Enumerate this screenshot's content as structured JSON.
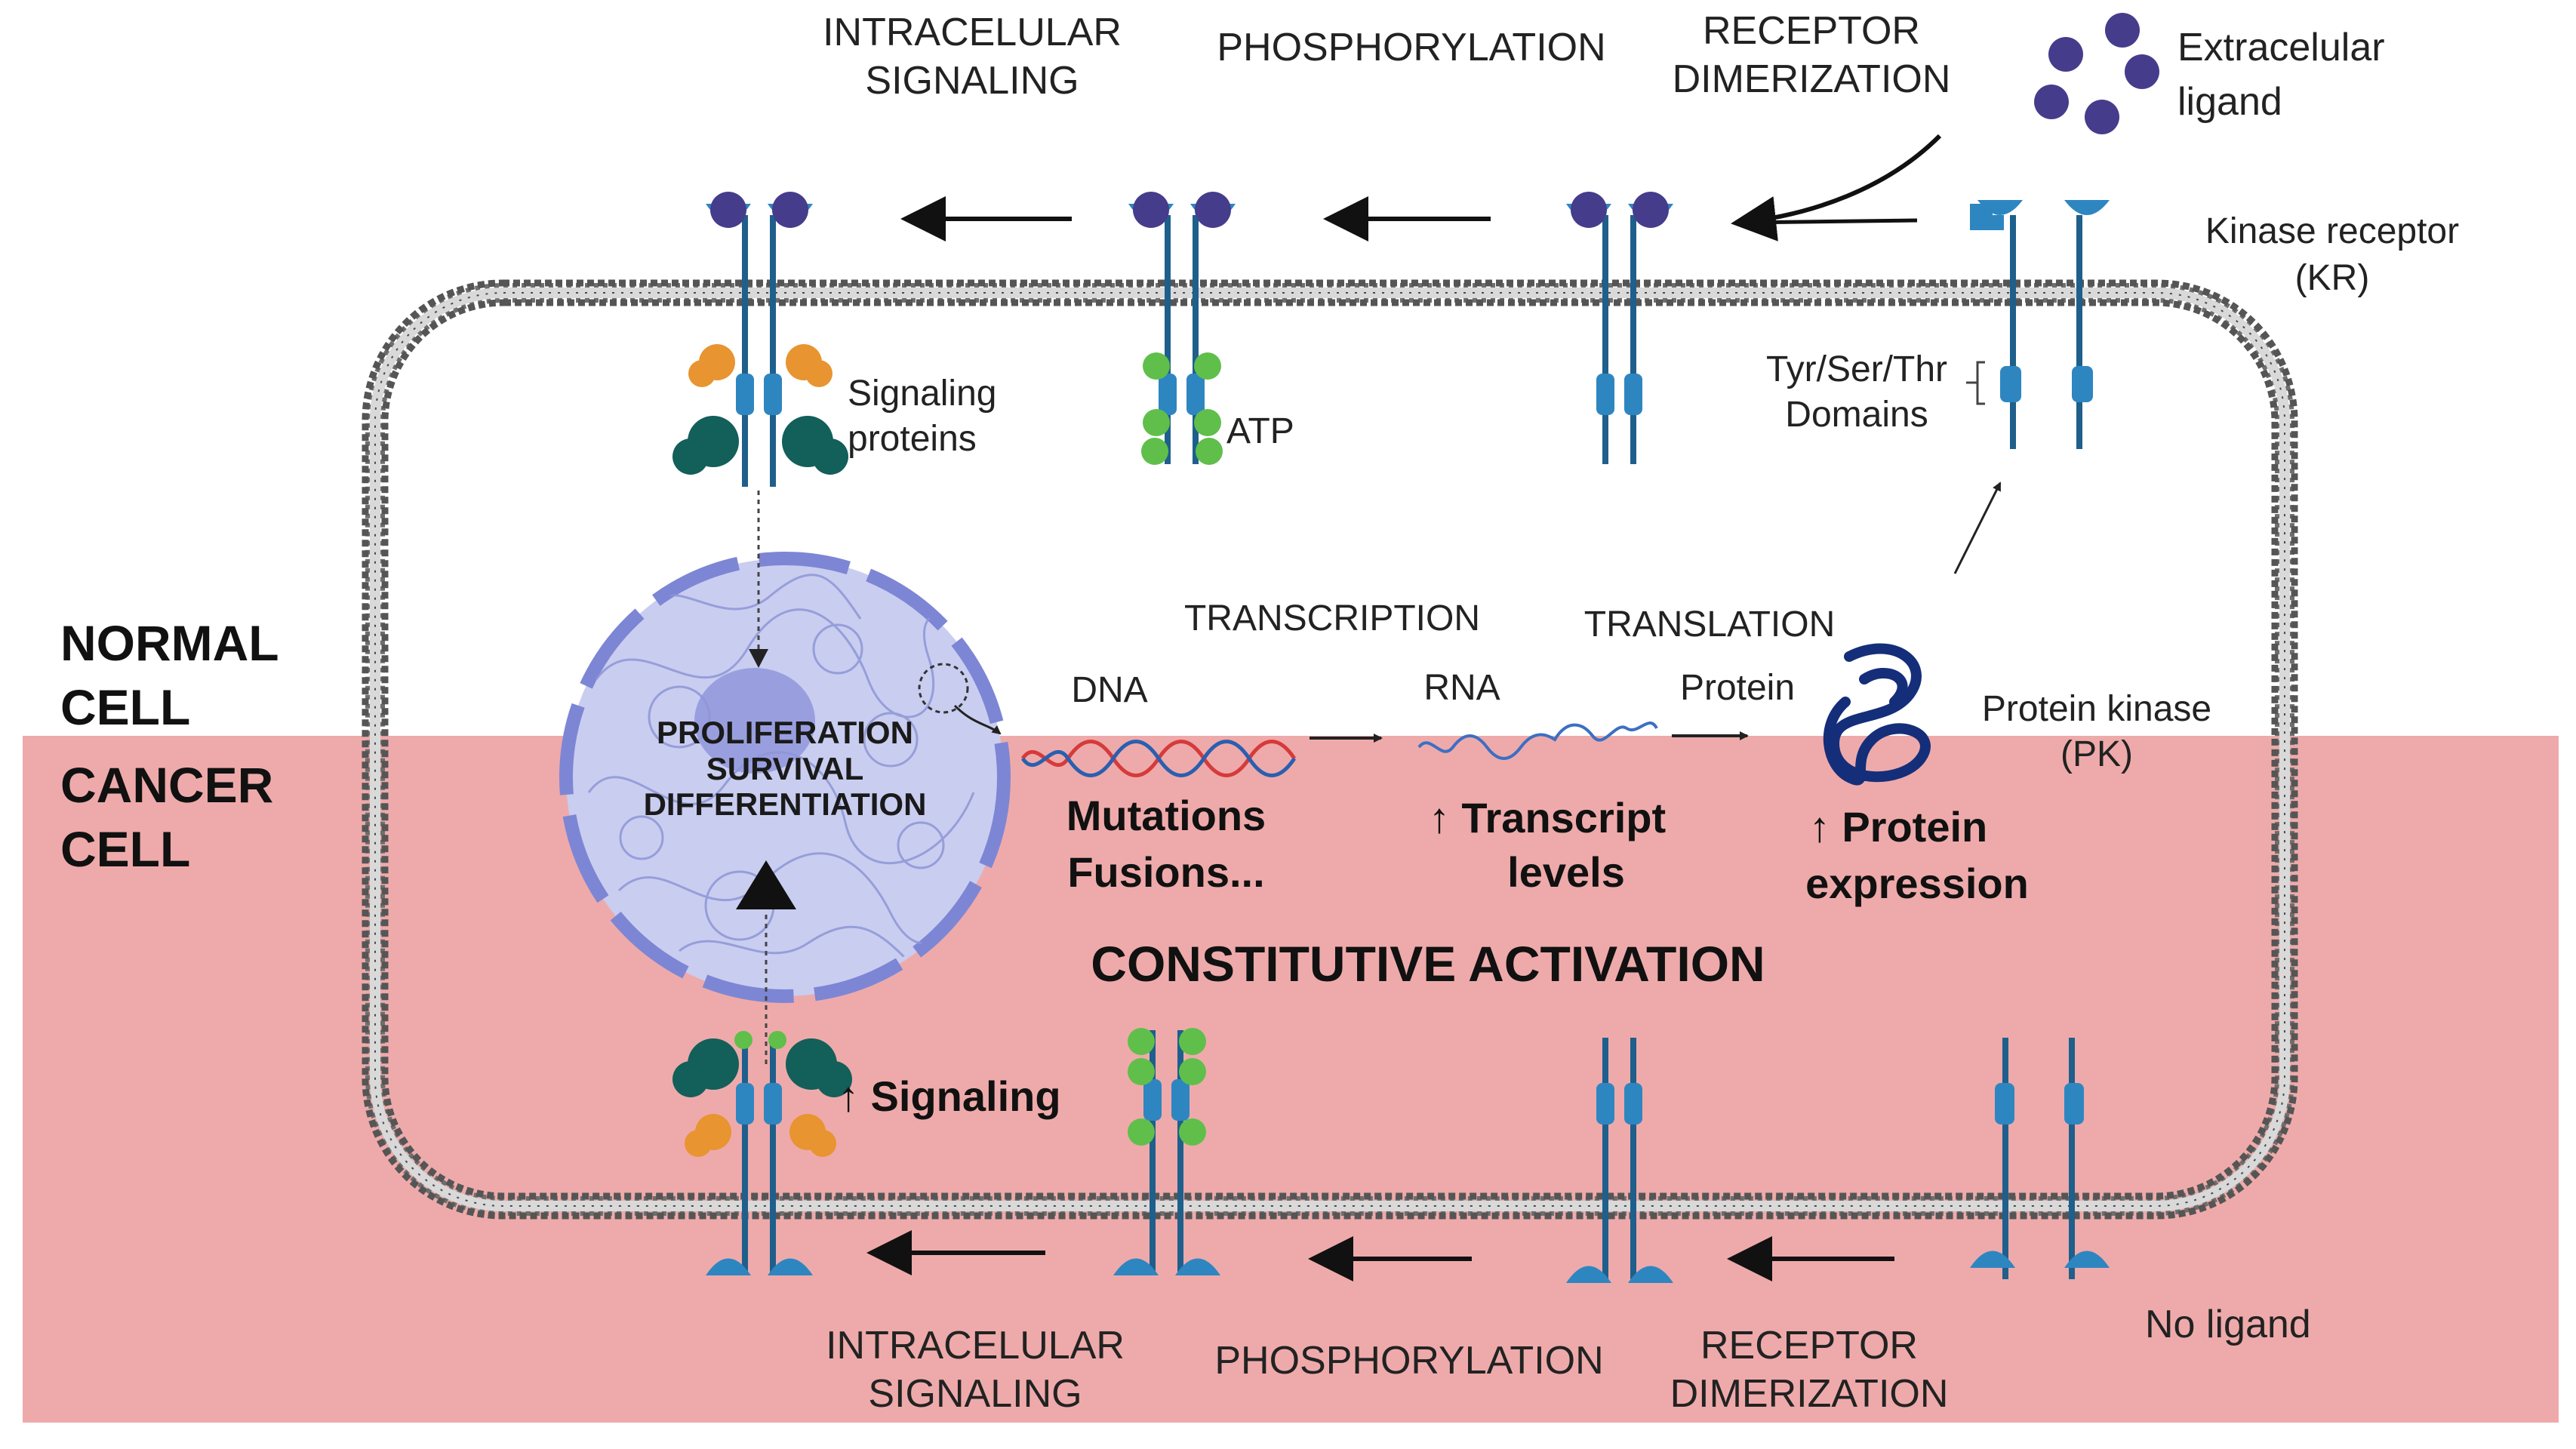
{
  "labels": {
    "top_intracellular_1": "INTRACELULAR",
    "top_intracellular_2": "SIGNALING",
    "top_phosphorylation": "PHOSPHORYLATION",
    "top_dimerization_1": "RECEPTOR",
    "top_dimerization_2": "DIMERIZATION",
    "extracellular_ligand_1": "Extracelular",
    "extracellular_ligand_2": "ligand",
    "kinase_receptor_1": "Kinase receptor",
    "kinase_receptor_2": "(KR)",
    "domains_1": "Tyr/Ser/Thr",
    "domains_2": "Domains",
    "signaling_proteins_1": "Signaling",
    "signaling_proteins_2": "proteins",
    "atp": "ATP",
    "normal_cell_1": "NORMAL",
    "normal_cell_2": "CELL",
    "cancer_cell_1": "CANCER",
    "cancer_cell_2": "CELL",
    "nucleus_1": "PROLIFERATION",
    "nucleus_2": "SURVIVAL",
    "nucleus_3": "DIFFERENTIATION",
    "transcription": "TRANSCRIPTION",
    "translation": "TRANSLATION",
    "dna": "DNA",
    "rna": "RNA",
    "protein": "Protein",
    "protein_kinase_1": "Protein kinase",
    "protein_kinase_2": "(PK)",
    "mutations_1": "Mutations",
    "mutations_2": "Fusions...",
    "transcript_1": "↑ Transcript",
    "transcript_2": "levels",
    "protein_expr_1": "↑ Protein",
    "protein_expr_2": "expression",
    "constitutive": "CONSTITUTIVE ACTIVATION",
    "up_signaling": "↑ Signaling",
    "bottom_intracellular_1": "INTRACELULAR",
    "bottom_intracellular_2": "SIGNALING",
    "bottom_phosphorylation": "PHOSPHORYLATION",
    "bottom_dimerization_1": "RECEPTOR",
    "bottom_dimerization_2": "DIMERIZATION",
    "no_ligand": "No ligand"
  },
  "colors": {
    "cancer_bg": "#eeaaaa",
    "membrane": "#707070",
    "receptor": "#1f5f8b",
    "receptor_light": "#2e86c1",
    "ligand": "#463c8c",
    "atp": "#5fbf4a",
    "signal_dark": "#135f5a",
    "signal_orange": "#e89430",
    "nucleus": "#c9cdf0",
    "nucleolus": "#8d93d9",
    "dna_red": "#d63a3a",
    "dna_blue": "#2a5fb0",
    "protein_kinase": "#152e7a"
  }
}
